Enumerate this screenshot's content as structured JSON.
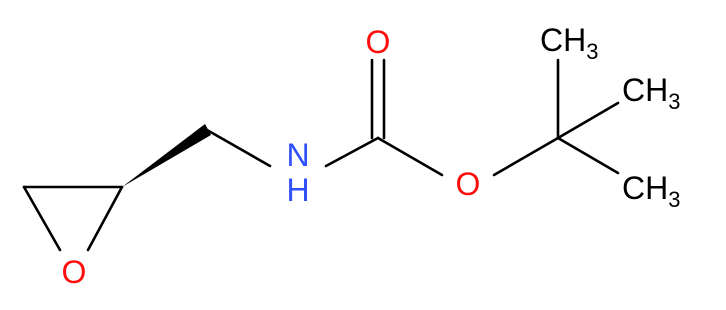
{
  "molecule": {
    "atoms": {
      "epoxide_oxygen": "O",
      "nitrogen": "N",
      "hydrogen": "H",
      "carbonyl_oxygen": "O",
      "ester_oxygen": "O",
      "methyl_top": "CH3",
      "methyl_middle": "CH3",
      "methyl_bottom": "CH3"
    }
  },
  "colors": {
    "bond": "#000000",
    "oxygen": "#ff0d0d",
    "nitrogen": "#3050f8",
    "carbon_label": "#000000"
  }
}
